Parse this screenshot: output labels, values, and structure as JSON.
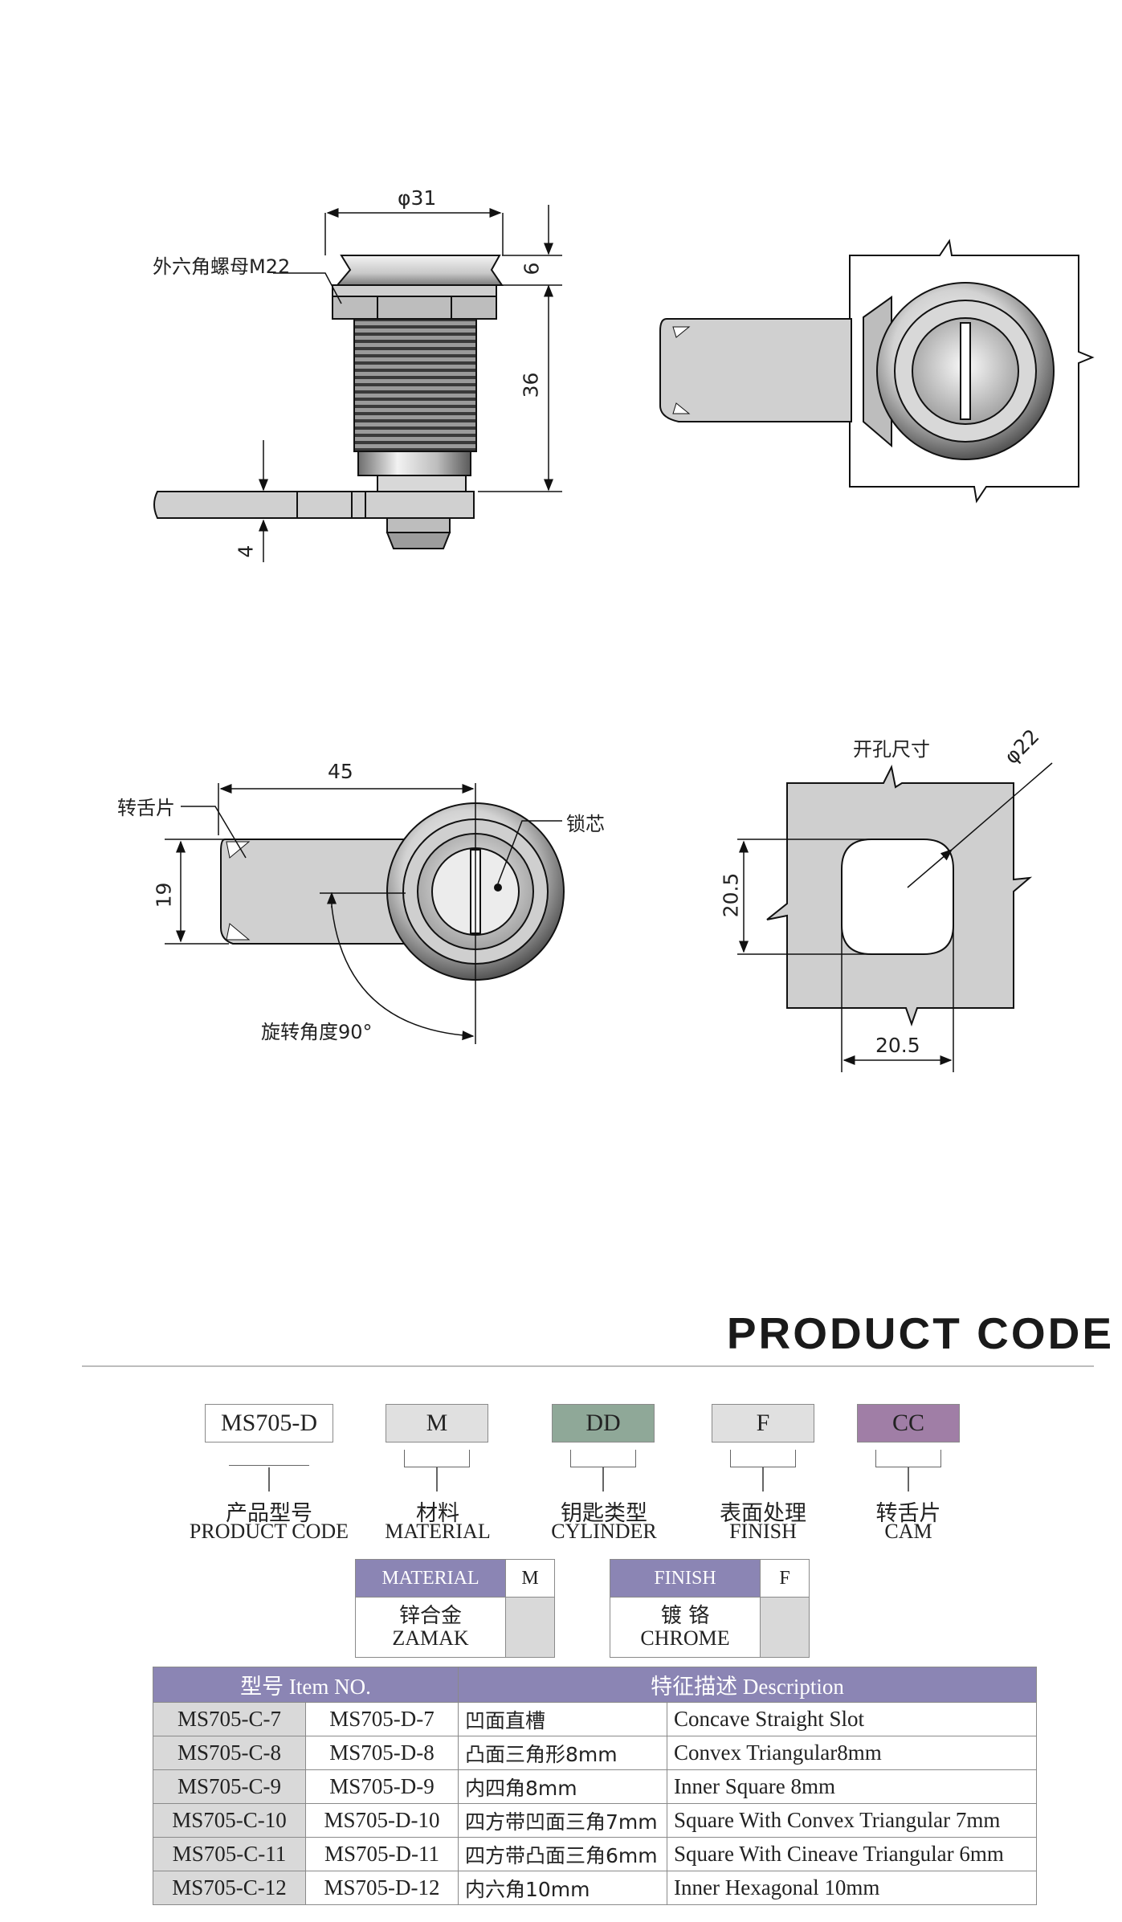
{
  "labels": {
    "hex_nut": "外六角螺母M22",
    "cam": "转舌片",
    "core": "锁芯",
    "angle": "旋转角度90°",
    "hole": "开孔尺寸"
  },
  "dims": {
    "phi31": "φ31",
    "h6": "6",
    "h36": "36",
    "h4": "4",
    "w45": "45",
    "h19": "19",
    "phi22": "φ22",
    "h205": "20.5",
    "w205": "20.5"
  },
  "product_code": {
    "title": "PRODUCT CODE",
    "codes": [
      {
        "value": "MS705-D",
        "cn": "产品型号",
        "en": "PRODUCT CODE",
        "color": "#ffffff"
      },
      {
        "value": "M",
        "cn": "材料",
        "en": "MATERIAL",
        "color": "#e0e0e0"
      },
      {
        "value": "DD",
        "cn": "钥匙类型",
        "en": "CYLINDER",
        "color": "#8fa898"
      },
      {
        "value": "F",
        "cn": "表面处理",
        "en": "FINISH",
        "color": "#e0e0e0"
      },
      {
        "value": "CC",
        "cn": "转舌片",
        "en": "CAM",
        "color": "#a07ea6"
      }
    ]
  },
  "material": {
    "header": "MATERIAL",
    "code": "M",
    "cn": "锌合金",
    "en": "ZAMAK"
  },
  "finish": {
    "header": "FINISH",
    "code": "F",
    "cn": "镀 铬",
    "en": "CHROME"
  },
  "items": {
    "header_item": "型号 Item NO.",
    "header_desc": "特征描述        Description",
    "rows": [
      {
        "c": "MS705-C-7",
        "d": "MS705-D-7",
        "cn": "凹面直槽",
        "en": "Concave Straight Slot"
      },
      {
        "c": "MS705-C-8",
        "d": "MS705-D-8",
        "cn": "凸面三角形8mm",
        "en": "Convex Triangular8mm"
      },
      {
        "c": "MS705-C-9",
        "d": "MS705-D-9",
        "cn": "内四角8mm",
        "en": "Inner Square 8mm"
      },
      {
        "c": "MS705-C-10",
        "d": "MS705-D-10",
        "cn": "四方带凹面三角7mm",
        "en": "Square With Convex Triangular 7mm"
      },
      {
        "c": "MS705-C-11",
        "d": "MS705-D-11",
        "cn": "四方带凸面三角6mm",
        "en": "Square With Cineave Triangular 6mm"
      },
      {
        "c": "MS705-C-12",
        "d": "MS705-D-12",
        "cn": "内六角10mm",
        "en": "Inner Hexagonal 10mm"
      }
    ]
  }
}
